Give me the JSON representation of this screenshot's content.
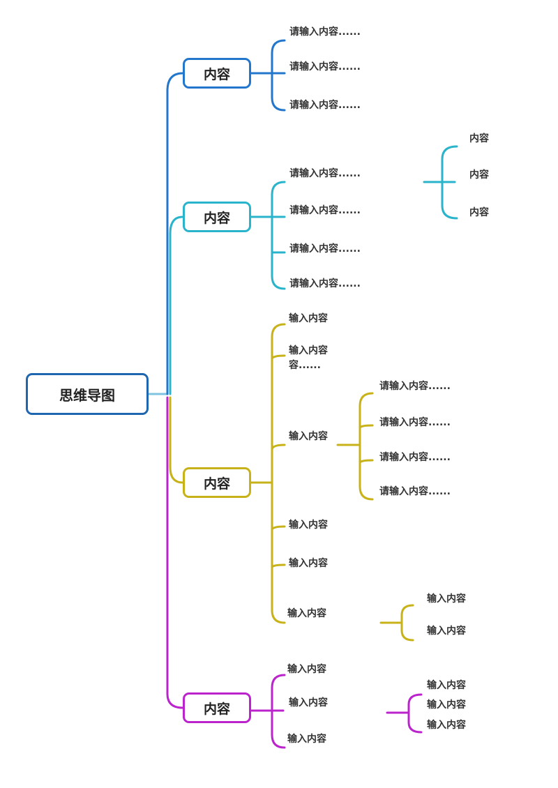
{
  "root": {
    "label": "思维导图"
  },
  "colors": {
    "blue": "#2277cc",
    "cyan": "#2ab4cc",
    "gold": "#c8b21a",
    "magenta": "#bb24cc",
    "root_border": "#1f66b0"
  },
  "branches": [
    {
      "label": "内容",
      "color": "blue",
      "items": [
        "请输入内容......",
        "请输入内容......",
        "请输入内容......"
      ]
    },
    {
      "label": "内容",
      "color": "cyan",
      "items": [
        "请输入内容......",
        "请输入内容......",
        "请输入内容......",
        "请输入内容......"
      ],
      "sub": [
        "内容",
        "内容",
        "内容"
      ]
    },
    {
      "label": "内容",
      "color": "gold",
      "items": [
        "输入内容",
        "输入内容",
        "容......",
        "输入内容",
        "输入内容",
        "输入内容",
        "输入内容"
      ],
      "sub_a": [
        "请输入内容......",
        "请输入内容......",
        "请输入内容......",
        "请输入内容......"
      ],
      "sub_b": [
        "输入内容",
        "输入内容"
      ]
    },
    {
      "label": "内容",
      "color": "magenta",
      "items": [
        "输入内容",
        "输入内容",
        "输入内容"
      ],
      "sub": [
        "输入内容",
        "输入内容",
        "输入内容"
      ]
    }
  ]
}
